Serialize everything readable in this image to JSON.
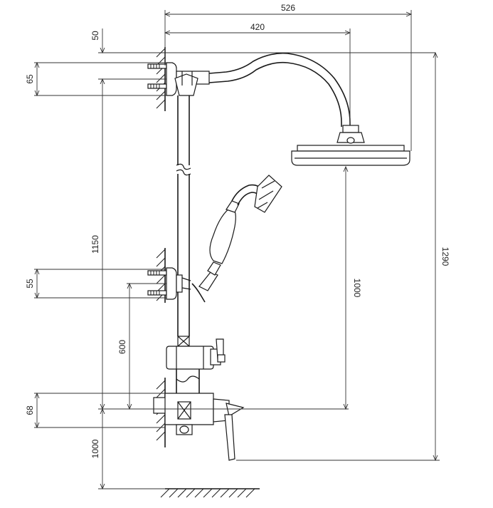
{
  "dimensions": {
    "width_total": "526",
    "width_arm": "420",
    "top_offset": "50",
    "upper_bracket": "65",
    "column_height": "1150",
    "mid_bracket": "55",
    "mixer_to_bracket": "600",
    "mixer_inlet": "68",
    "floor_to_mixer": "1000",
    "head_to_mixer": "1000",
    "overall_height": "1290"
  },
  "colors": {
    "line": "#1a1a1a",
    "background": "#ffffff"
  }
}
